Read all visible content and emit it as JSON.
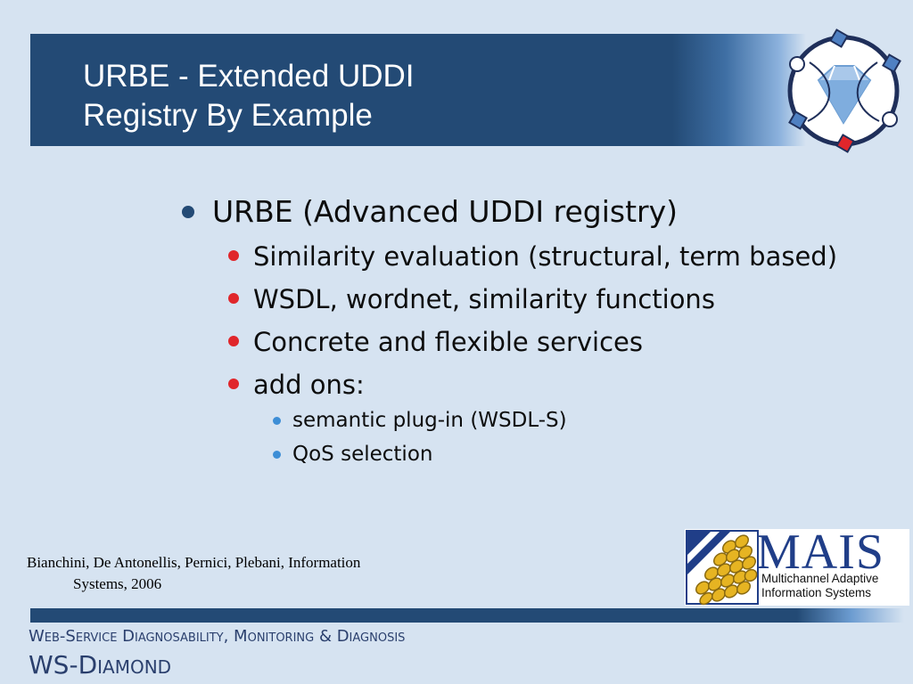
{
  "slide": {
    "title_line1": "URBE - Extended UDDI",
    "title_line2": "Registry By Example"
  },
  "bullets": {
    "main": "URBE (Advanced UDDI registry)",
    "sub": [
      "Similarity evaluation (structural, term based)",
      "WSDL, wordnet, similarity functions",
      "Concrete and flexible services",
      "add ons:"
    ],
    "subsub": [
      "semantic plug-in (WSDL-S)",
      "QoS selection"
    ]
  },
  "citation": {
    "line1": "Bianchini, De Antonellis, Pernici, Plebani, Information",
    "line2": "Systems, 2006"
  },
  "mais_logo": {
    "name": "MAIS",
    "subtitle_line1": "Multichannel Adaptive",
    "subtitle_line2": "Information Systems"
  },
  "footer": {
    "tagline": "Web-Service Diagnosability, Monitoring & Diagnosis",
    "brand": "WS-Diamond"
  },
  "colors": {
    "title_bar": "#234a75",
    "background": "#d6e3f1",
    "bullet_level1": "#234a75",
    "bullet_level2": "#e0262b",
    "bullet_level3": "#3d8ed6",
    "footer_text": "#2a3f6d",
    "footer_accent": "#c8262b"
  },
  "icons": {
    "top_right_logo": "ws-diamond-logo",
    "bottom_right_logo": "mais-logo"
  }
}
